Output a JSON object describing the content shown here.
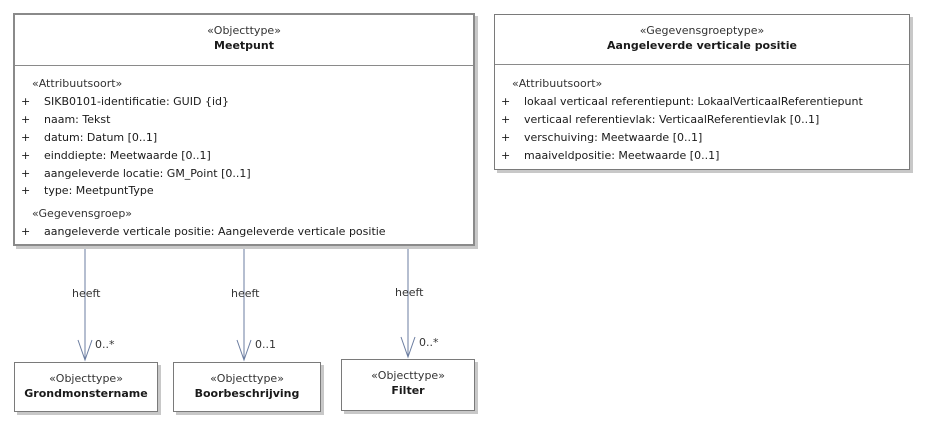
{
  "meetpunt": {
    "stereotype": "«Objecttype»",
    "name": "Meetpunt",
    "section1": "«Attribuutsoort»",
    "attributes": [
      {
        "vis": "+",
        "text": "SIKB0101-identificatie: GUID {id}"
      },
      {
        "vis": "+",
        "text": "naam: Tekst"
      },
      {
        "vis": "+",
        "text": "datum: Datum [0..1]"
      },
      {
        "vis": "+",
        "text": "einddiepte: Meetwaarde [0..1]"
      },
      {
        "vis": "+",
        "text": "aangeleverde locatie: GM_Point [0..1]"
      },
      {
        "vis": "+",
        "text": "type: MeetpuntType"
      }
    ],
    "section2": "«Gegevensgroep»",
    "groups": [
      {
        "vis": "+",
        "text": "aangeleverde verticale positie: Aangeleverde verticale positie"
      }
    ]
  },
  "avp": {
    "stereotype": "«Gegevensgroeptype»",
    "name": "Aangeleverde verticale positie",
    "section1": "«Attribuutsoort»",
    "attributes": [
      {
        "vis": "+",
        "text": "lokaal verticaal referentiepunt: LokaalVerticaalReferentiepunt"
      },
      {
        "vis": "+",
        "text": "verticaal referentievlak: VerticaalReferentievlak [0..1]"
      },
      {
        "vis": "+",
        "text": "verschuiving: Meetwaarde [0..1]"
      },
      {
        "vis": "+",
        "text": "maaiveldpositie: Meetwaarde [0..1]"
      }
    ]
  },
  "targets": [
    {
      "stereotype": "«Objecttype»",
      "name": "Grondmonstername"
    },
    {
      "stereotype": "«Objecttype»",
      "name": "Boorbeschrijving"
    },
    {
      "stereotype": "«Objecttype»",
      "name": "Filter"
    }
  ],
  "associations": [
    {
      "label": "heeft",
      "multiplicity": "0..*"
    },
    {
      "label": "heeft",
      "multiplicity": "0..1"
    },
    {
      "label": "heeft",
      "multiplicity": "0..*"
    }
  ],
  "colors": {
    "border": "#8a8a8a",
    "shadow": "#c8c8c8",
    "line": "#6b7da0"
  }
}
